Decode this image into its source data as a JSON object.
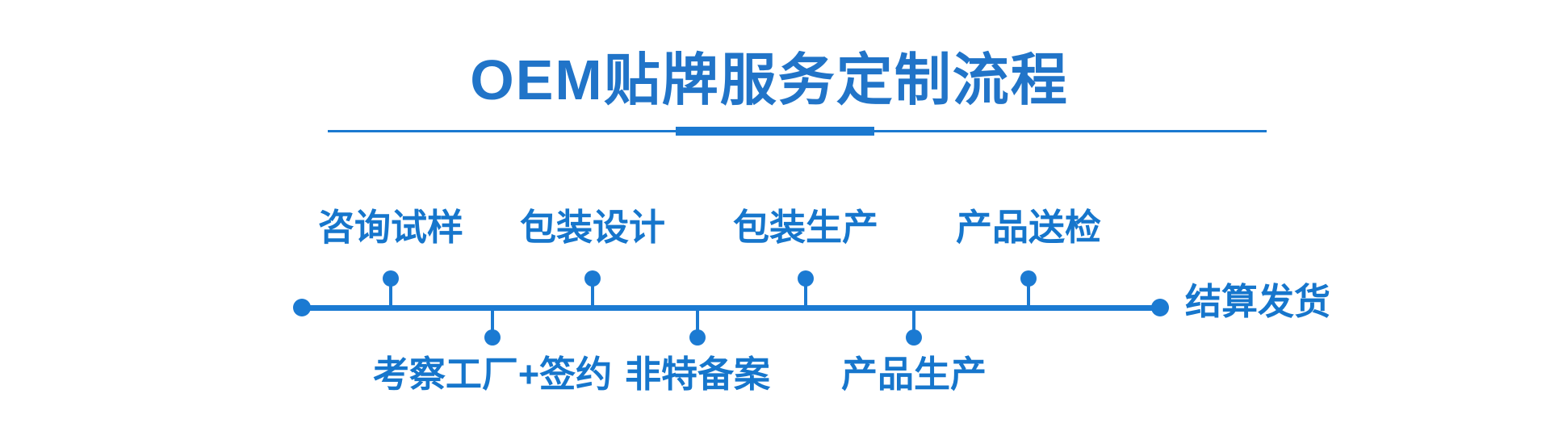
{
  "page": {
    "background_color": "#ffffff",
    "accent_color": "#1b7ad2",
    "title_color": "#2174c8",
    "label_color": "#1676cc"
  },
  "header": {
    "title": "OEM贴牌服务定制流程"
  },
  "timeline": {
    "steps_top": [
      {
        "label": "咨询试样"
      },
      {
        "label": "包装设计"
      },
      {
        "label": "包装生产"
      },
      {
        "label": "产品送检"
      }
    ],
    "steps_bottom": [
      {
        "label": "考察工厂+签约"
      },
      {
        "label": "非特备案"
      },
      {
        "label": "产品生产"
      }
    ],
    "end_label": "结算发货",
    "sequence": [
      "咨询试样",
      "考察工厂+签约",
      "包装设计",
      "非特备案",
      "包装生产",
      "产品生产",
      "产品送检",
      "结算发货"
    ]
  }
}
